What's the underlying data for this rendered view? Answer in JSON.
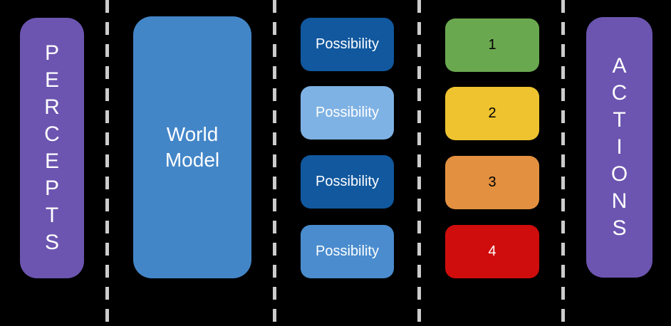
{
  "diagram": {
    "background": "#000000",
    "dividers": {
      "color": "#cccccc"
    },
    "percepts": {
      "label": "PERCEPTS",
      "color": "#6c55b0",
      "text_color": "#ffffff"
    },
    "world_model": {
      "label": "World Model",
      "color": "#4386c8",
      "text_color": "#ffffff"
    },
    "possibilities": [
      {
        "label": "Possibility",
        "color": "#11589e",
        "text_color": "#ffffff"
      },
      {
        "label": "Possibility",
        "color": "#7fb2e4",
        "text_color": "#ffffff"
      },
      {
        "label": "Possibility",
        "color": "#11589e",
        "text_color": "#ffffff"
      },
      {
        "label": "Possibility",
        "color": "#4a8cce",
        "text_color": "#ffffff"
      }
    ],
    "rankings": [
      {
        "label": "1",
        "color": "#6aa850",
        "text_color": "#000000"
      },
      {
        "label": "2",
        "color": "#eec32f",
        "text_color": "#000000"
      },
      {
        "label": "3",
        "color": "#e39140",
        "text_color": "#000000"
      },
      {
        "label": "4",
        "color": "#cf0d0d",
        "text_color": "#ffffff"
      }
    ],
    "actions": {
      "label": "ACTIONS",
      "color": "#6c55b0",
      "text_color": "#ffffff"
    }
  }
}
